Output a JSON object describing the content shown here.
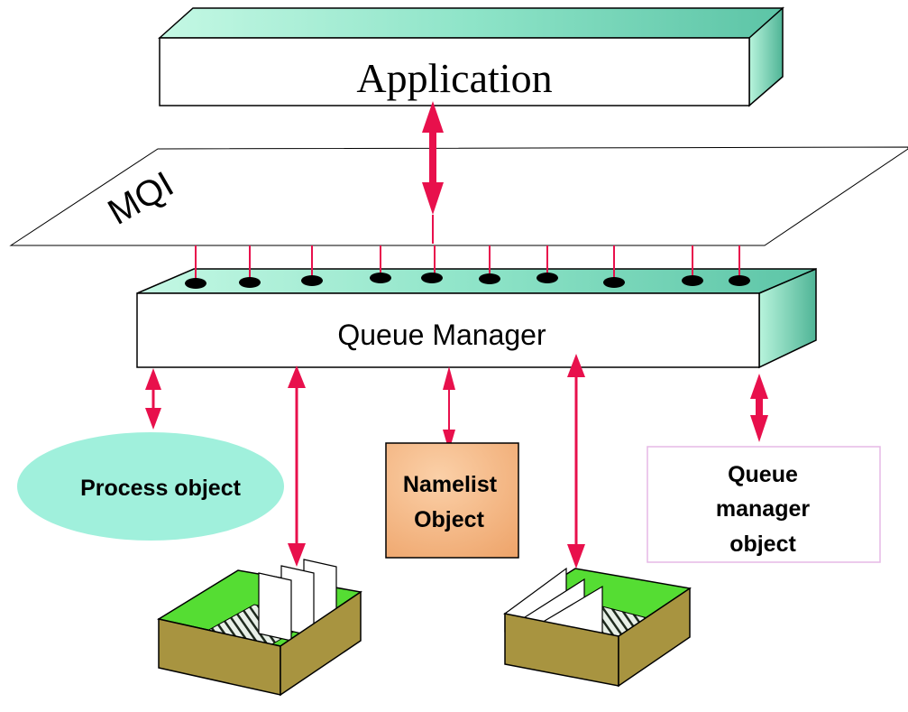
{
  "application": {
    "label": "Application"
  },
  "mqi": {
    "label": "MQI"
  },
  "queue_manager": {
    "label": "Queue Manager"
  },
  "process_object": {
    "label": "Process object"
  },
  "namelist_object": {
    "line1": "Namelist",
    "line2": "Object"
  },
  "qmgr_object": {
    "line1": "Queue",
    "line2": "manager",
    "line3": "object"
  },
  "colors": {
    "arrow": "#e8104c",
    "box_top_light": "#a8f0d8",
    "box_top_dark": "#62c8a8",
    "process_fill": "#9cf0dc",
    "namelist_fill": "#f5b886",
    "qmgr_border": "#e8b8e8",
    "tray_side": "#a89440",
    "tray_floor": "#55dd33"
  }
}
